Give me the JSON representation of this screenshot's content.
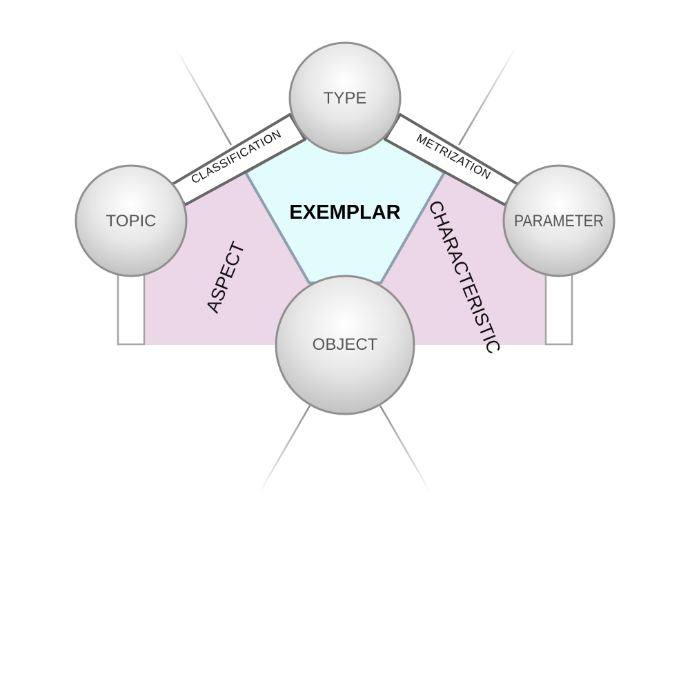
{
  "nodes": {
    "type": "TYPE",
    "topic": "TOPIC",
    "parameter": "PARAMETER",
    "object": "OBJECT"
  },
  "edges": {
    "classification": "CLASSIFICATION",
    "metrization": "METRIZATION"
  },
  "regions": {
    "exemplar": "EXEMPLAR",
    "aspect": "ASPECT",
    "characteristic": "CHARACTERISTIC"
  },
  "colors": {
    "region_pink": "#ecd7e9",
    "region_cyan": "#e2fbfd",
    "edge_line": "#8ea0ad",
    "band_border": "#666666",
    "node_stroke": "#8f8f8f"
  }
}
